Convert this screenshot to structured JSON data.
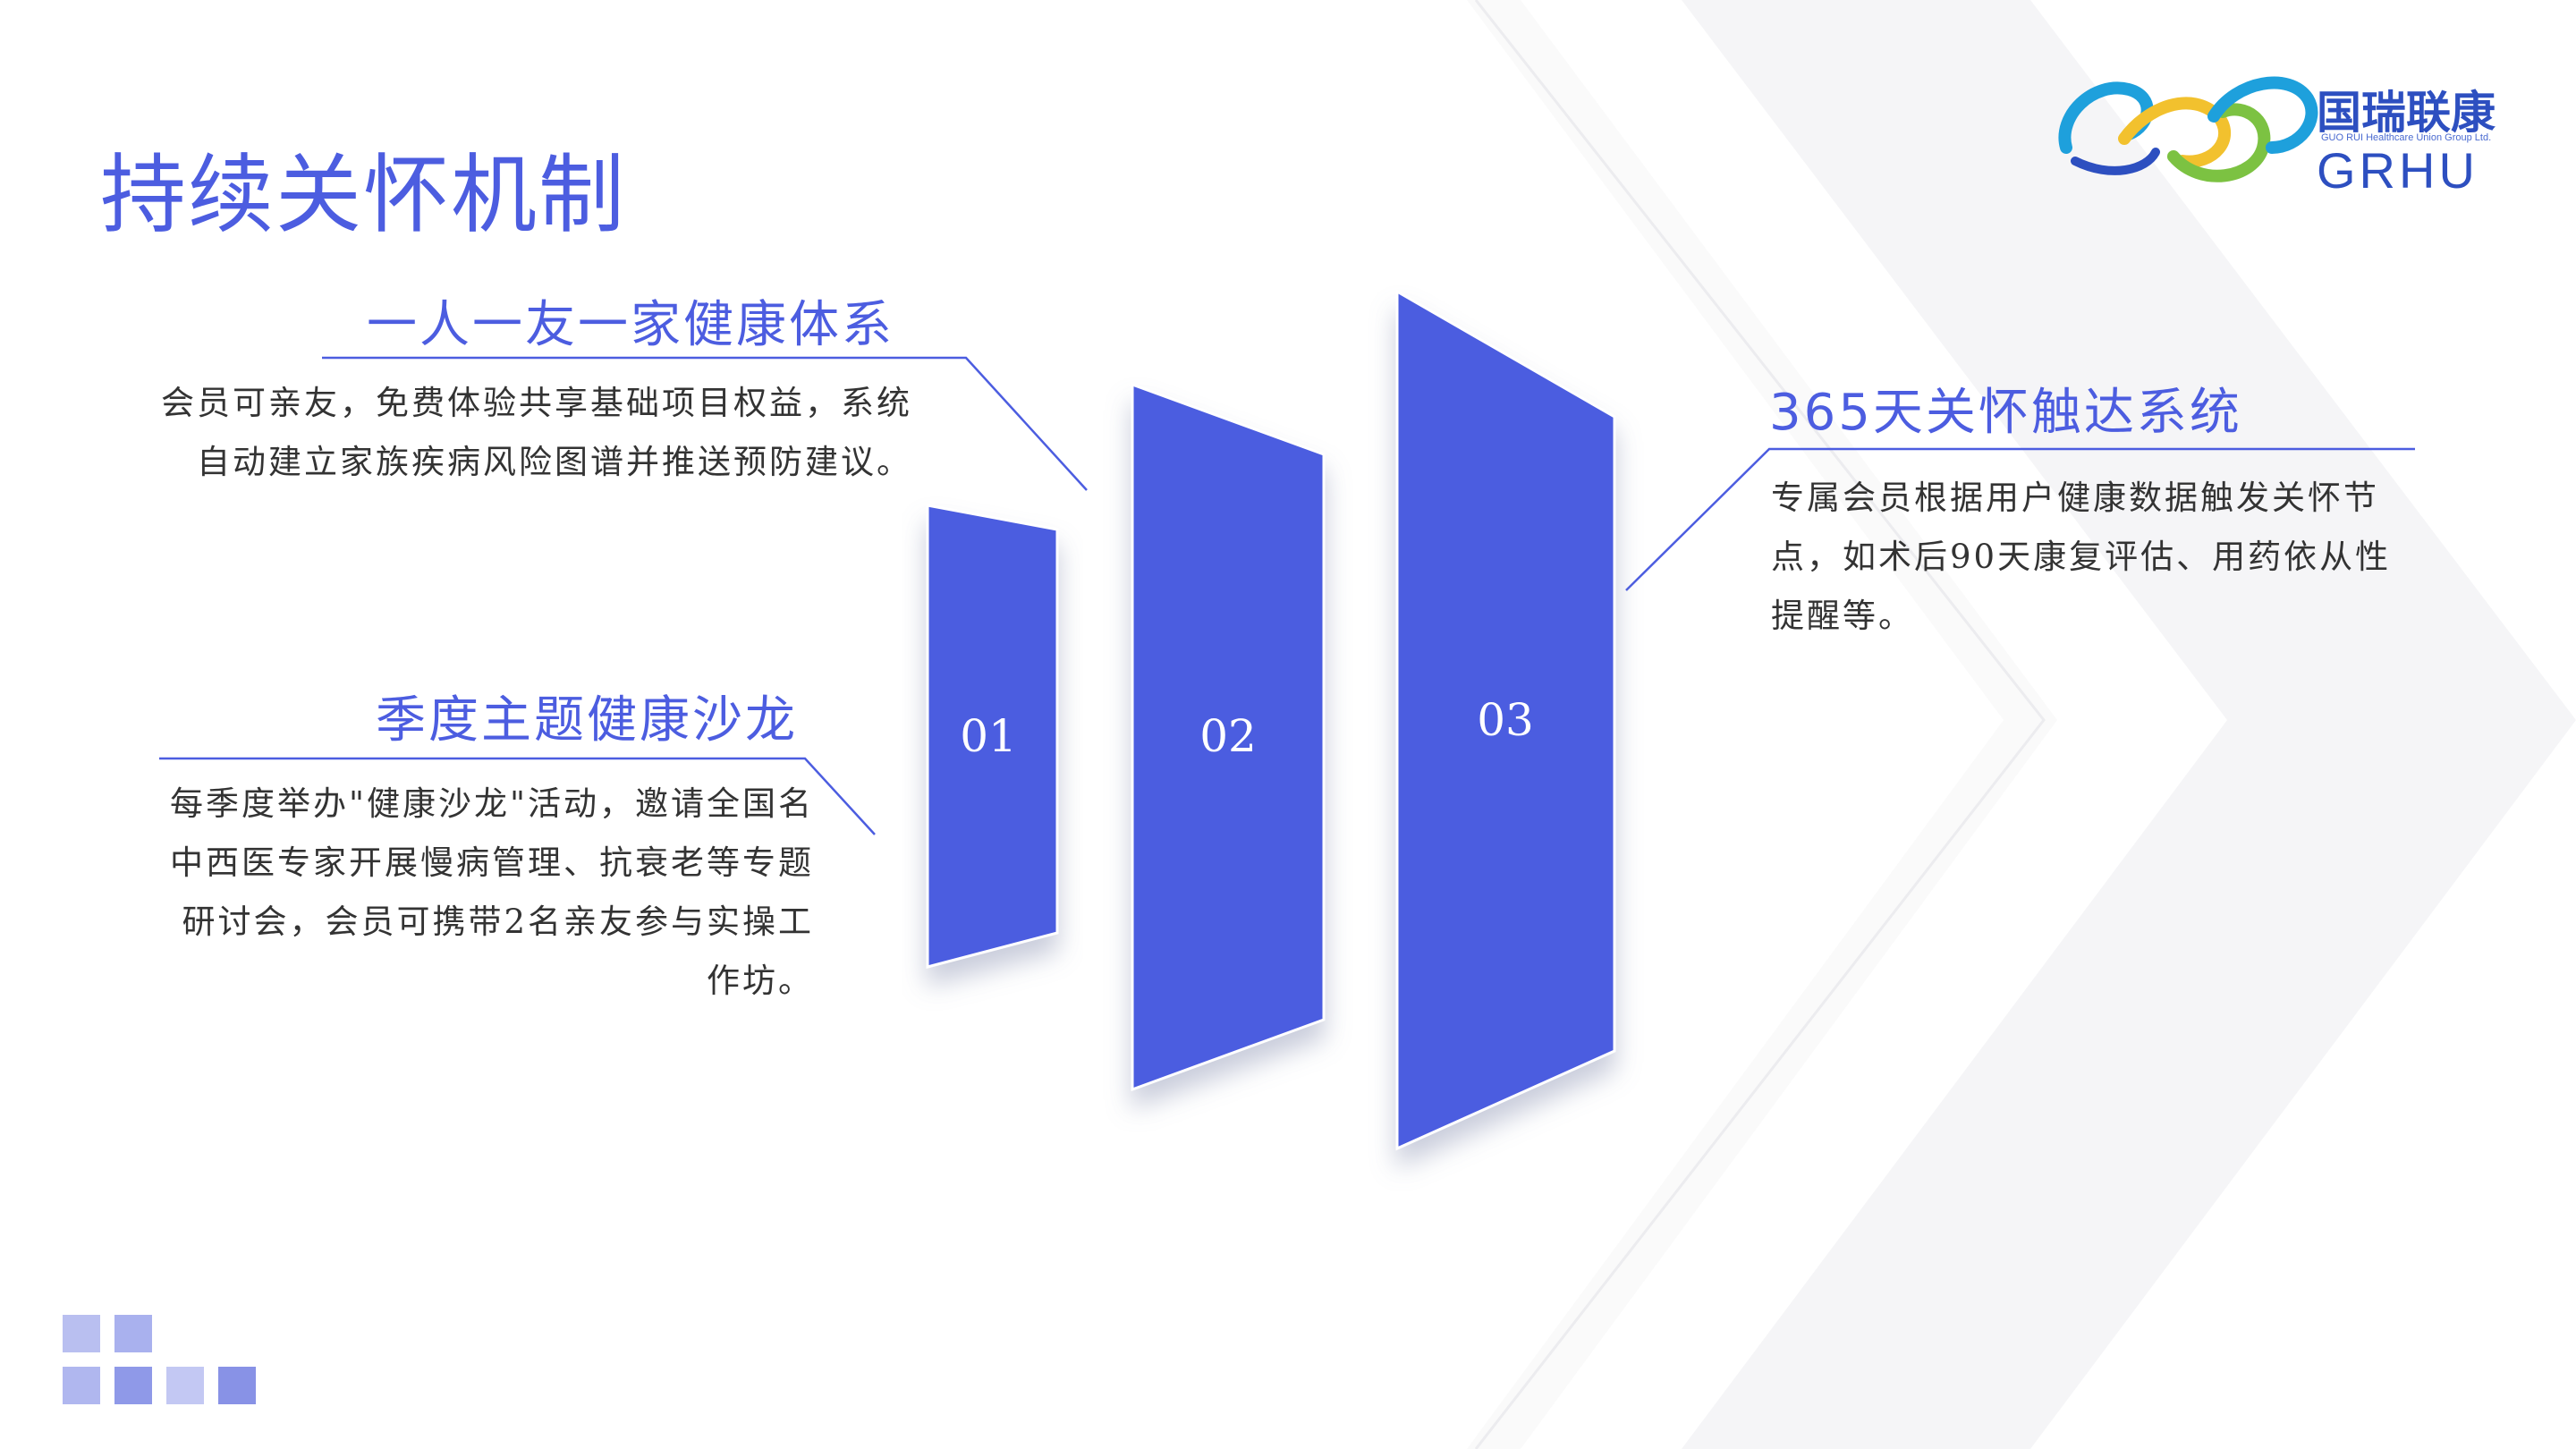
{
  "page": {
    "title": "持续关怀机制"
  },
  "logo": {
    "name_cn": "国瑞联康",
    "name_small": "GUO RUI Healthcare Union Group Ltd.",
    "name_en": "GRHU"
  },
  "items": [
    {
      "heading": "一人一友一家健康体系",
      "body": "会员可亲友，免费体验共享基础项目权益，系统自动建立家族疾病风险图谱并推送预防建议。"
    },
    {
      "heading": "季度主题健康沙龙",
      "body": "每季度举办\"健康沙龙\"活动，邀请全国名中西医专家开展慢病管理、抗衰老等专题研讨会，会员可携带2名亲友参与实操工作坊。"
    },
    {
      "heading": "365天关怀触达系统",
      "body": "专属会员根据用户健康数据触发关怀节点，如术后90天康复评估、用药依从性提醒等。"
    }
  ],
  "panels": [
    "01",
    "02",
    "03"
  ],
  "colors": {
    "accent": "#4c5de0",
    "panel": "#4c5de0",
    "text": "#333333",
    "logo_blue": "#2d4fc0",
    "logo_yellow": "#f2c12e",
    "logo_green": "#7cc242",
    "logo_cyan": "#1ea0dc"
  }
}
